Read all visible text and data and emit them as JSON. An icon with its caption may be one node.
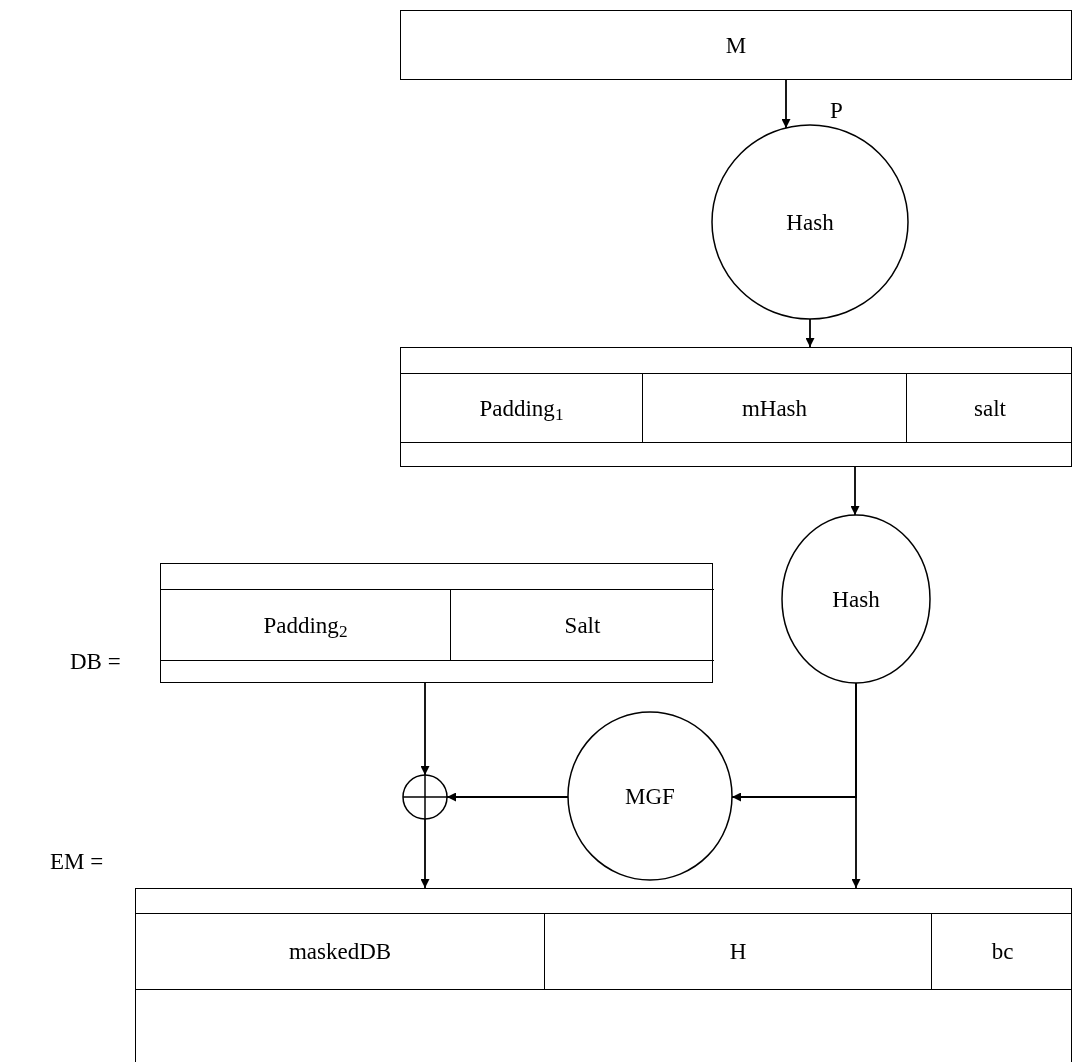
{
  "diagram": {
    "nodes": [
      {
        "text": [
          "M"
        ]
      },
      {
        "text": [
          "Hash"
        ]
      },
      {
        "text": [],
        "shape": "box"
      },
      {
        "text": [
          "Padding$_{1}$"
        ],
        "in": 2
      },
      {
        "text": [
          "mHash"
        ],
        "in": 2
      },
      {
        "text": [
          "salt"
        ],
        "in": 2
      },
      {
        "text": [
          "Hash"
        ]
      },
      {
        "text": [],
        "shape": "box",
        "beside": [
          "DB ="
        ]
      },
      {
        "text": [
          "Padding$_{2}$"
        ],
        "in": 7
      },
      {
        "text": [
          "Salt"
        ],
        "in": 7
      },
      {
        "text": [],
        "shape": "circle"
      },
      {
        "text": [
          "MGF"
        ]
      },
      {
        "text": [],
        "shape": "box",
        "beside": [
          "EM ="
        ]
      },
      {
        "text": [
          "maskedDB"
        ],
        "in": 12
      },
      {
        "text": [
          "H"
        ],
        "in": 12
      },
      {
        "text": [
          "bc"
        ],
        "in": 12
      }
    ],
    "edges": [
      {
        "from": 0,
        "to": 1,
        "arrow": "to",
        "label": "P"
      },
      {
        "from": 1,
        "to": 2,
        "arrow": "to"
      },
      {
        "from": 2,
        "to": 6,
        "arrow": "to"
      },
      {
        "from": 7,
        "to": 10,
        "arrow": "to"
      },
      {
        "from": 6,
        "to": 11,
        "arrow": "to"
      },
      {
        "from": 6,
        "to": 12,
        "arrow": "to"
      },
      {
        "from": 11,
        "to": 10,
        "arrow": "to"
      },
      {
        "from": 10,
        "to": 12,
        "arrow": "to"
      }
    ]
  }
}
